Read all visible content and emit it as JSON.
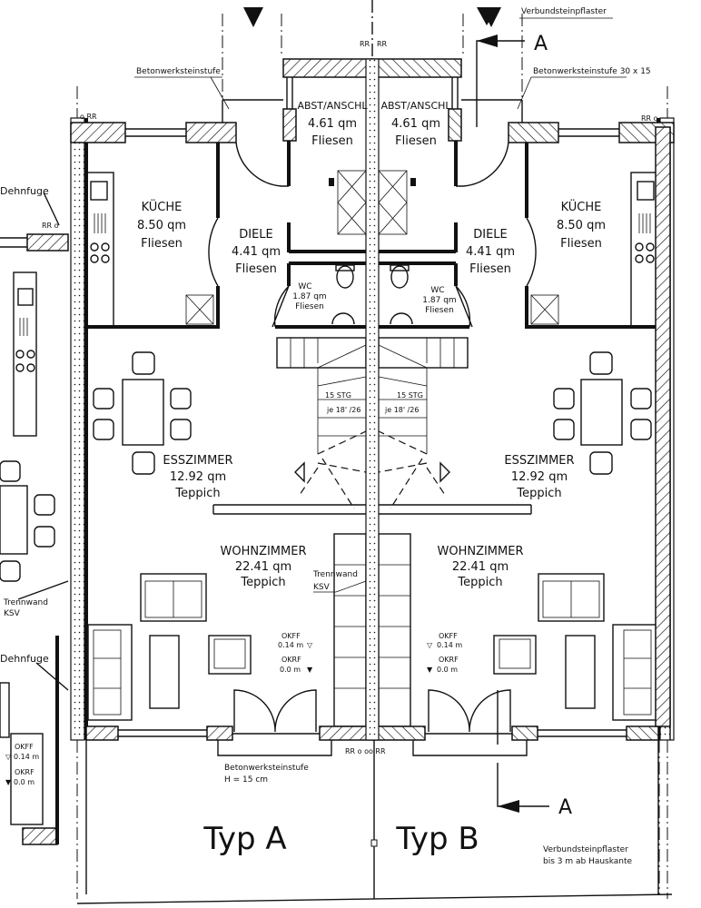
{
  "title": "Grundriss Erdgeschoss Doppelhaus",
  "annotations": {
    "paving_top": "Verbundsteinpflaster",
    "step_left": "Betonwerksteinstufe",
    "step_right": "Betonwerksteinstufe 30 x 15",
    "section_marker": "A",
    "rr": "RR",
    "rr_left": "o RR",
    "rr_right": "RR o",
    "rr_bottom": "RR o  oo RR",
    "expansion_joint": "Dehnfuge",
    "party_wall_1": "Trennwand",
    "party_wall_2": "KSV",
    "step_bottom_1": "Betonwerksteinstufe",
    "step_bottom_2": "H = 15 cm",
    "paving_bottom_1": "Verbundsteinpflaster",
    "paving_bottom_2": "bis 3 m ab Hauskante"
  },
  "rooms": {
    "abst": {
      "name": "ABST/ANSCHL",
      "area": "4.61 qm",
      "floor": "Fliesen"
    },
    "kueche": {
      "name": "KÜCHE",
      "area": "8.50 qm",
      "floor": "Fliesen"
    },
    "diele": {
      "name": "DIELE",
      "area": "4.41 qm",
      "floor": "Fliesen"
    },
    "wc": {
      "name": "WC",
      "area": "1.87 qm",
      "floor": "Fliesen"
    },
    "esszimmer": {
      "name": "ESSZIMMER",
      "area": "12.92 qm",
      "floor": "Teppich"
    },
    "wohnzimmer": {
      "name": "WOHNZIMMER",
      "area": "22.41 qm",
      "floor": "Teppich"
    }
  },
  "stairs": {
    "steps": "15 STG",
    "rise_run": "je 18' /26"
  },
  "levels": {
    "okff_label": "OKFF",
    "okff_value": "0.14 m",
    "okrf_label": "OKRF",
    "okrf_value": "0.0 m",
    "open_triangle": "▽",
    "filled_triangle": "▼"
  },
  "types": {
    "left": "Typ A",
    "right": "Typ B"
  }
}
